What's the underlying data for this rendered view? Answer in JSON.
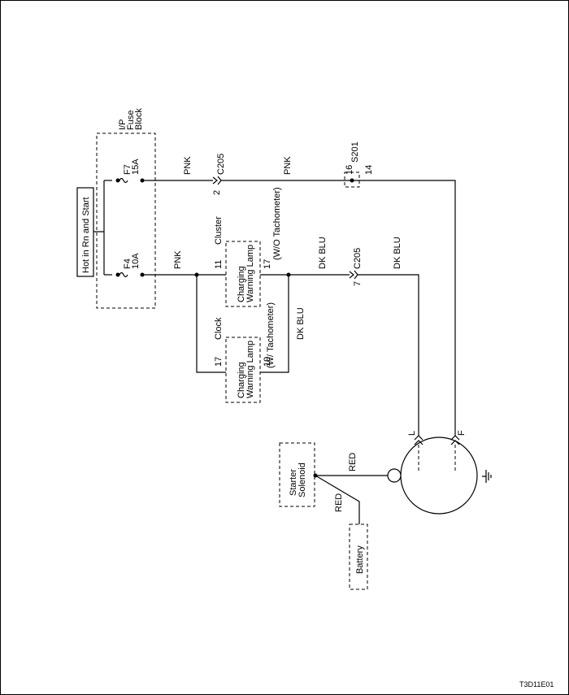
{
  "power": {
    "label": "Hot in Rn and Start"
  },
  "fuse_block": {
    "l1": "I/P",
    "l2": "Fuse",
    "l3": "Block"
  },
  "fuses": {
    "f7": {
      "name": "F7",
      "rating": "15A"
    },
    "f4": {
      "name": "F4",
      "rating": "10A"
    }
  },
  "wires": {
    "pnk": "PNK",
    "dk_blu": "DK BLU",
    "red": "RED"
  },
  "connectors": {
    "c205": "C205",
    "c205_pin_pnk": "2",
    "c205_pin_blu": "7",
    "s201": "S201",
    "s201_pin_a": "16",
    "s201_pin_b": "14"
  },
  "cluster": {
    "name": "Cluster",
    "lamp_l1": "Charging",
    "lamp_l2": "Warning Lamp",
    "pin_in": "11",
    "pin_out": "17",
    "variant": "(W/O Tachometer)"
  },
  "clock": {
    "name": "Clock",
    "lamp_l1": "Charging",
    "lamp_l2": "Warning Lamp",
    "pin_in": "17",
    "pin_out": "19",
    "variant": "(W/ Tachometer)"
  },
  "generator": {
    "term_l": "L",
    "term_f": "F"
  },
  "starter": {
    "l1": "Starter",
    "l2": "Solenoid"
  },
  "battery": {
    "label": "Battery"
  },
  "figure_id": "T3D11E01"
}
